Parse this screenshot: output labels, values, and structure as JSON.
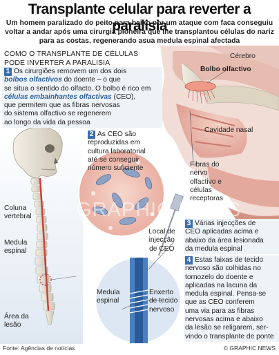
{
  "title": "Transplante celular para reverter a paralisia",
  "subtitle": "Um homem paralizado do peito para baixo por um ataque com faca conseguiu voltar a andar após uma cirurgia pioneira que lhe transplantou células do nariz para as costas, regenerando asua medula espinal afectada",
  "section_heading_line1": "COMO O TRANSPLANTE DE CÉLULAS",
  "section_heading_line2": "PODE INVERTER A PARALISIA",
  "steps": [
    {
      "num": "1",
      "lines": [
        [
          "Os cirurgiões removem um dos dois",
          ""
        ],
        [
          "",
          "bolbos olfactivos",
          " do doente – o que"
        ],
        [
          "se situa o sentido do olfacto. O bolbo é rico em"
        ],
        [
          "",
          "células embainhantes olfactivas",
          " (CEO),"
        ],
        [
          "que permitem que as fibras nervosas"
        ],
        [
          "do sistema olfactivo se regenerem"
        ],
        [
          "ao longo da vida da pessoa"
        ]
      ]
    },
    {
      "num": "2",
      "lines": [
        "As CEO são",
        "reproduzidas em",
        "cultura laboratorial",
        "até se conseguir",
        "número suficiente"
      ]
    },
    {
      "num": "3",
      "lines": [
        "Várias injecções de",
        "CEO aplicadas acima e",
        "abaixo da área lesionada",
        "da medula espinal"
      ]
    },
    {
      "num": "4",
      "lines": [
        "Estas faixas de tecido",
        "nervoso são colhidas no",
        "tornozelo do doente e",
        "aplicadas na lacuna da",
        "medula espinal. Pensa-se",
        "que as CEO conferem",
        "uma via para as fibras",
        "nervosas acima e abaixo",
        "da lesão se religarem, ser-",
        "vindo o transplante de ponte"
      ]
    }
  ],
  "labels": {
    "cerebro": "Cérebro",
    "bolbo_olfactivo": "Bolbo olfactivo",
    "cavidade_nasal": "Cavidade nasal",
    "fibras": [
      "Fibras do",
      "nervo",
      "olfactivo e",
      "células",
      "receptoras"
    ],
    "coluna": [
      "Coluna",
      "vertebral"
    ],
    "medula": [
      "Medula",
      "espinal"
    ],
    "area_lesao": [
      "Área da",
      "lesão"
    ],
    "local_injeccao": [
      "Local de",
      "injecção",
      "de CEO"
    ],
    "medula_inset": [
      "Medula",
      "espinal"
    ],
    "enxerto": [
      "Enxerto",
      "de tecido",
      "nervoso"
    ]
  },
  "source": "Fonte: Agências de notícias",
  "credit": "© GRAPHIC NEWS",
  "watermark": "GRAPHIC NEWS",
  "colors": {
    "step_number_bg": "#3d6fae",
    "highlight_text": "#2b5f9c",
    "tissue_pink": "#e9b3a6",
    "bone": "#e6e1d6"
  }
}
